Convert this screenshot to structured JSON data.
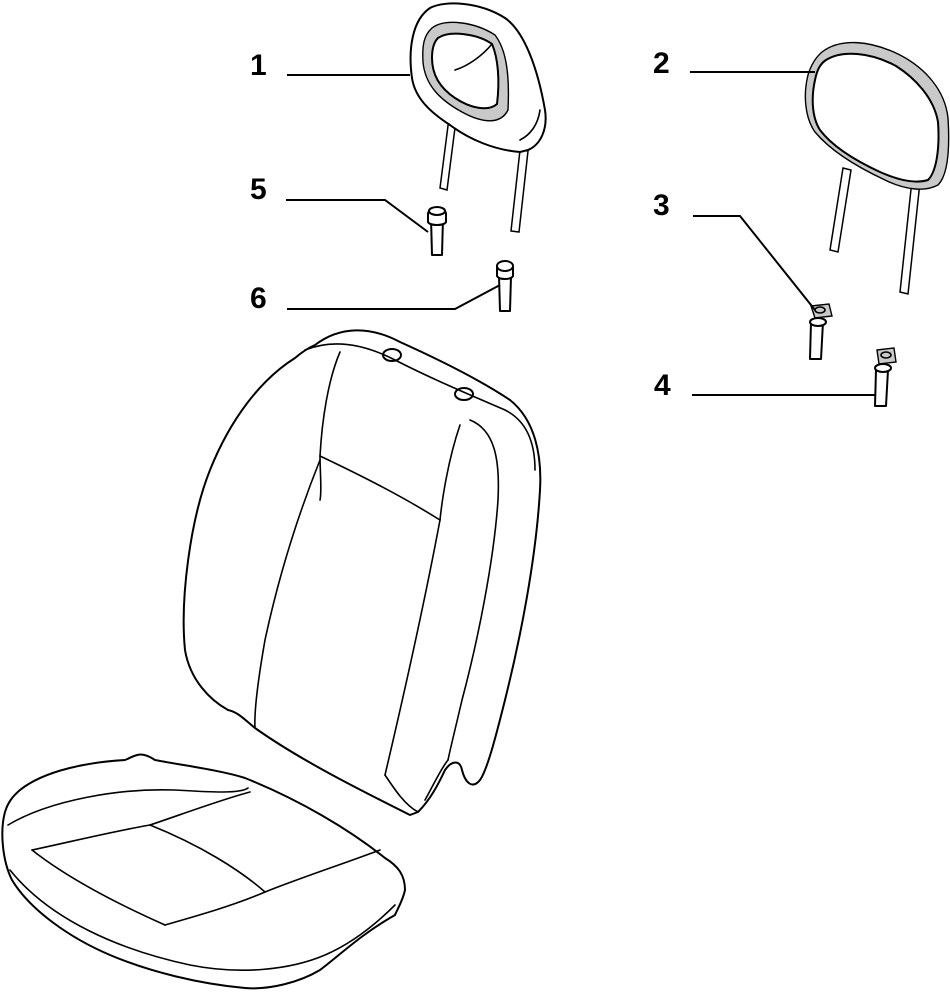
{
  "callouts": [
    {
      "id": "1",
      "label": "1",
      "part": "headrest-with-frame"
    },
    {
      "id": "2",
      "label": "2",
      "part": "headrest"
    },
    {
      "id": "3",
      "label": "3",
      "part": "headrest-guide-sleeve-right"
    },
    {
      "id": "4",
      "label": "4",
      "part": "headrest-guide-sleeve-left"
    },
    {
      "id": "5",
      "label": "5",
      "part": "headrest-guide-bushing"
    },
    {
      "id": "6",
      "label": "6",
      "part": "headrest-guide-bushing-locking"
    }
  ],
  "colors": {
    "line": "#000000",
    "background": "#ffffff",
    "shade": "#c9c9c9"
  }
}
